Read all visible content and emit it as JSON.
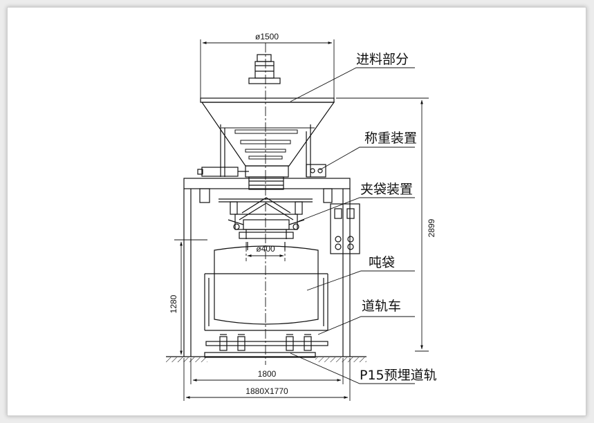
{
  "labels": {
    "feed": "进料部分",
    "weigh": "称重装置",
    "clamp": "夹袋装置",
    "bag": "吨袋",
    "cart": "道轨车",
    "rail": "P15预埋道轨"
  },
  "dimensions": {
    "hopper_dia": "ø1500",
    "spout_dia": "ø400",
    "total_height": "2899",
    "lower_height": "1280",
    "inner_width": "1800",
    "footprint": "1880X1770"
  }
}
